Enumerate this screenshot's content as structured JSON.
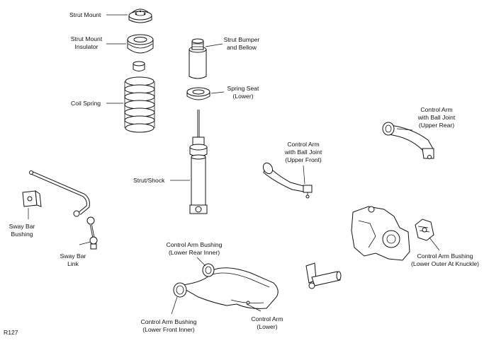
{
  "figure_code": "R127",
  "labels": {
    "strut_mount": "Strut Mount",
    "strut_mount_insulator": [
      "Strut Mount",
      "Insulator"
    ],
    "coil_spring": "Coil Spring",
    "strut_bumper": [
      "Strut Bumper",
      "and Bellow"
    ],
    "spring_seat": [
      "Spring Seat",
      "(Lower)"
    ],
    "strut_shock": "Strut/Shock",
    "arm_upper_front": [
      "Control Arm",
      "with Ball Joint",
      "(Upper Front)"
    ],
    "arm_upper_rear": [
      "Control Arm",
      "with Ball Joint",
      "(Upper Rear)"
    ],
    "sway_bar_bushing": [
      "Sway Bar",
      "Bushing"
    ],
    "sway_bar_link": [
      "Sway Bar",
      "Link"
    ],
    "bushing_lower_rear_inner": [
      "Control Arm Bushing",
      "(Lower Rear Inner)"
    ],
    "bushing_lower_front_inner": [
      "Control Arm Bushing",
      "(Lower Front Inner)"
    ],
    "control_arm_lower": [
      "Control Arm",
      "(Lower)"
    ],
    "bushing_lower_outer": [
      "Control Arm Bushing",
      "(Lower Outer At Knuckle)"
    ]
  }
}
